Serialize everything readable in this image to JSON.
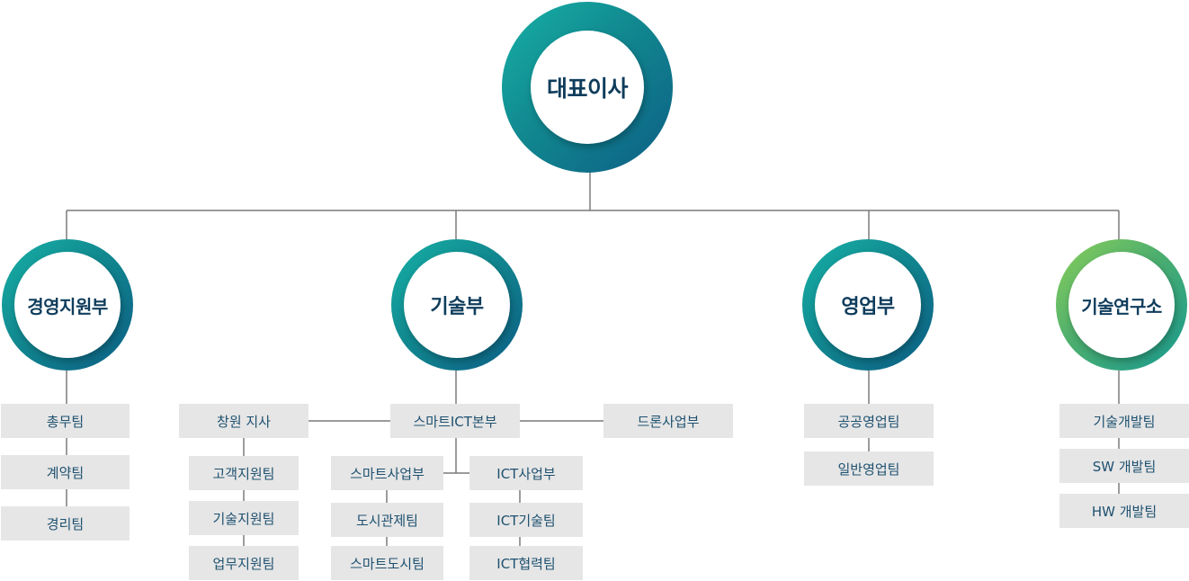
{
  "ceo": {
    "label": "대표이사"
  },
  "divisions": [
    {
      "label": "경영지원부",
      "teams": [
        "총무팀",
        "계약팀",
        "경리팀"
      ]
    },
    {
      "label": "기술부"
    },
    {
      "label": "영업부",
      "teams": [
        "공공영업팀",
        "일반영업팀"
      ]
    },
    {
      "label": "기술연구소",
      "teams": [
        "기술개발팀",
        "SW 개발팀",
        "HW 개발팀"
      ]
    }
  ],
  "tech": {
    "center": "스마트ICT본부",
    "left_branch": {
      "label": "창원 지사",
      "teams": [
        "고객지원팀",
        "기술지원팀",
        "업무지원팀"
      ]
    },
    "right_branch": {
      "label": "드론사업부"
    },
    "smart_biz": {
      "label": "스마트사업부",
      "teams": [
        "도시관제팀",
        "스마트도시팀"
      ]
    },
    "ict_biz": {
      "label": "ICT사업부",
      "teams": [
        "ICT기술팀",
        "ICT협력팀"
      ]
    }
  },
  "colors": {
    "ring_teal": "#11888f",
    "ring_green": "#4cae6e",
    "text": "#0f3d5c",
    "box_bg": "#e6e6e6",
    "line": "#7a7a7a"
  }
}
